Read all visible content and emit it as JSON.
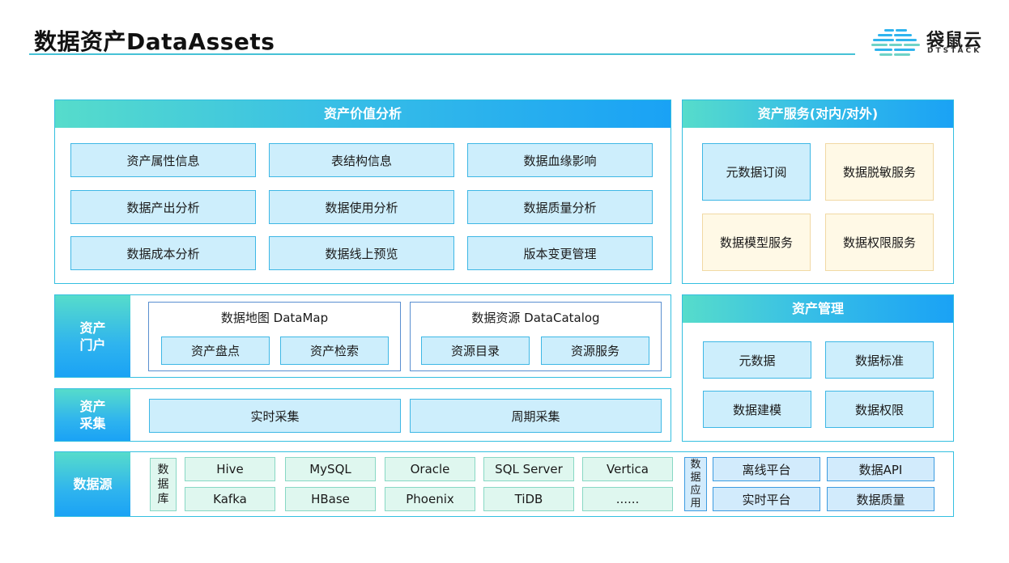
{
  "header": {
    "title": "数据资产DataAssets",
    "logo": {
      "name_cn": "袋鼠云",
      "name_en": "DTSTACK",
      "brand_colors": [
        "#2fb4ee",
        "#6fd3c7"
      ]
    }
  },
  "asset_value_analysis": {
    "title": "资产价值分析",
    "items": [
      "资产属性信息",
      "表结构信息",
      "数据血缘影响",
      "数据产出分析",
      "数据使用分析",
      "数据质量分析",
      "数据成本分析",
      "数据线上预览",
      "版本变更管理"
    ]
  },
  "asset_services": {
    "title": "资产服务(对内/对外)",
    "items": [
      "元数据订阅",
      "数据脱敏服务",
      "数据模型服务",
      "数据权限服务"
    ]
  },
  "asset_portal": {
    "label_line1": "资产",
    "label_line2": "门户",
    "groups": [
      {
        "title": "数据地图 DataMap",
        "items": [
          "资产盘点",
          "资产检索"
        ]
      },
      {
        "title": "数据资源 DataCatalog",
        "items": [
          "资源目录",
          "资源服务"
        ]
      }
    ]
  },
  "asset_management": {
    "title": "资产管理",
    "items": [
      "元数据",
      "数据标准",
      "数据建模",
      "数据权限"
    ]
  },
  "asset_collection": {
    "label_line1": "资产",
    "label_line2": "采集",
    "items": [
      "实时采集",
      "周期采集"
    ]
  },
  "data_source": {
    "label": "数据源",
    "database_label": [
      "数",
      "据",
      "库"
    ],
    "databases": [
      "Hive",
      "MySQL",
      "Oracle",
      "SQL Server",
      "Vertica",
      "Kafka",
      "HBase",
      "Phoenix",
      "TiDB",
      "......"
    ],
    "app_label": [
      "数",
      "据",
      "应",
      "用"
    ],
    "apps": [
      "离线平台",
      "数据API",
      "实时平台",
      "数据质量"
    ]
  },
  "colors": {
    "accent_line": "#45c1d6",
    "panel_border": "#34bfe0",
    "head_gradient": [
      "#56dccb",
      "#38bfe6",
      "#1aa2f5"
    ],
    "box_blue": "#cdeefc",
    "box_cream": "#fff9e6",
    "box_mint": "#dff7ef"
  }
}
